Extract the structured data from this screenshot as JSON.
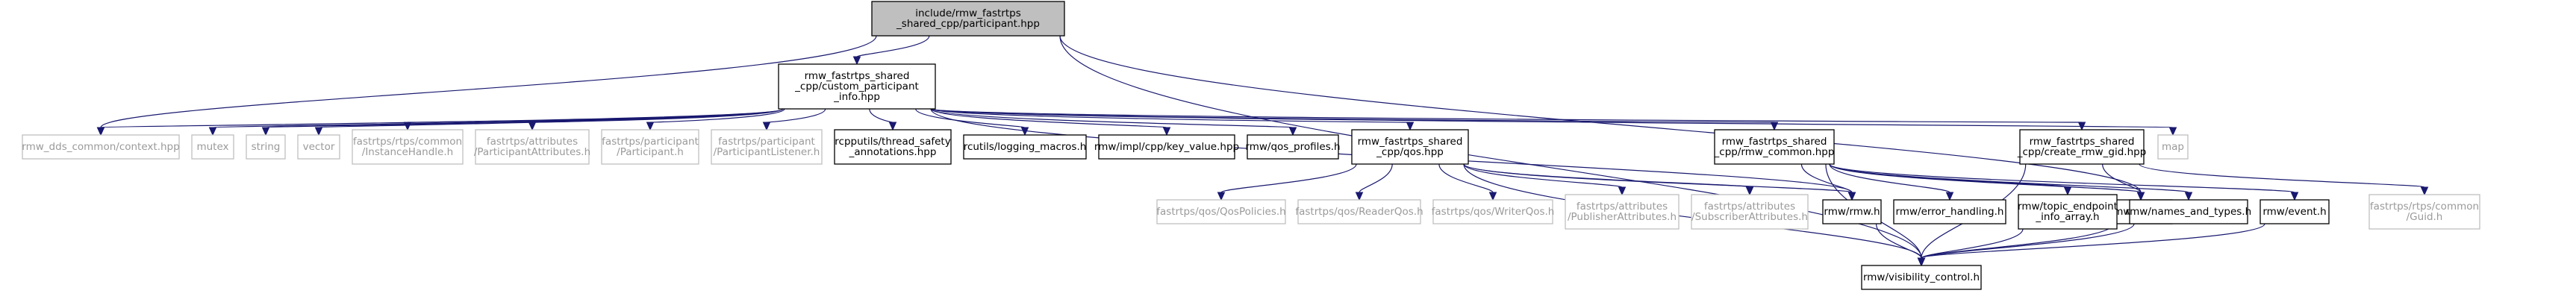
{
  "nodes": [
    {
      "id": "root",
      "lines": [
        "include/rmw_fastrtps",
        "_shared_cpp/participant.hpp"
      ],
      "style": "root"
    },
    {
      "id": "cpi",
      "lines": [
        "rmw_fastrtps_shared",
        "_cpp/custom_participant",
        "_info.hpp"
      ],
      "style": "solid"
    },
    {
      "id": "ctx",
      "lines": [
        "rmw_dds_common/context.hpp"
      ],
      "style": "muted"
    },
    {
      "id": "mutex",
      "lines": [
        "mutex"
      ],
      "style": "muted"
    },
    {
      "id": "string",
      "lines": [
        "string"
      ],
      "style": "muted"
    },
    {
      "id": "vector",
      "lines": [
        "vector"
      ],
      "style": "muted"
    },
    {
      "id": "ih",
      "lines": [
        "fastrtps/rtps/common",
        "/InstanceHandle.h"
      ],
      "style": "muted"
    },
    {
      "id": "pa",
      "lines": [
        "fastrtps/attributes",
        "/ParticipantAttributes.h"
      ],
      "style": "muted"
    },
    {
      "id": "pp",
      "lines": [
        "fastrtps/participant",
        "/Participant.h"
      ],
      "style": "muted"
    },
    {
      "id": "pl",
      "lines": [
        "fastrtps/participant",
        "/ParticipantListener.h"
      ],
      "style": "muted"
    },
    {
      "id": "tsa",
      "lines": [
        "rcpputils/thread_safety",
        "_annotations.hpp"
      ],
      "style": "solid"
    },
    {
      "id": "log",
      "lines": [
        "rcutils/logging_macros.h"
      ],
      "style": "solid"
    },
    {
      "id": "kv",
      "lines": [
        "rmw/impl/cpp/key_value.hpp"
      ],
      "style": "solid"
    },
    {
      "id": "qp",
      "lines": [
        "rmw/qos_profiles.h"
      ],
      "style": "solid"
    },
    {
      "id": "qos",
      "lines": [
        "rmw_fastrtps_shared",
        "_cpp/qos.hpp"
      ],
      "style": "solid"
    },
    {
      "id": "rc",
      "lines": [
        "rmw_fastrtps_shared",
        "_cpp/rmw_common.hpp"
      ],
      "style": "solid"
    },
    {
      "id": "crg",
      "lines": [
        "rmw_fastrtps_shared",
        "_cpp/create_rmw_gid.hpp"
      ],
      "style": "solid"
    },
    {
      "id": "map",
      "lines": [
        "map"
      ],
      "style": "muted"
    },
    {
      "id": "types",
      "lines": [
        "rmw/types.h"
      ],
      "style": "solid"
    },
    {
      "id": "qpol",
      "lines": [
        "fastrtps/qos/QosPolicies.h"
      ],
      "style": "muted"
    },
    {
      "id": "rq",
      "lines": [
        "fastrtps/qos/ReaderQos.h"
      ],
      "style": "muted"
    },
    {
      "id": "wq",
      "lines": [
        "fastrtps/qos/WriterQos.h"
      ],
      "style": "muted"
    },
    {
      "id": "pub",
      "lines": [
        "fastrtps/attributes",
        "/PublisherAttributes.h"
      ],
      "style": "muted"
    },
    {
      "id": "sub",
      "lines": [
        "fastrtps/attributes",
        "/SubscriberAttributes.h"
      ],
      "style": "muted"
    },
    {
      "id": "rmw",
      "lines": [
        "rmw/rmw.h"
      ],
      "style": "solid"
    },
    {
      "id": "eh",
      "lines": [
        "rmw/error_handling.h"
      ],
      "style": "solid"
    },
    {
      "id": "tea",
      "lines": [
        "rmw/topic_endpoint",
        "_info_array.h"
      ],
      "style": "solid"
    },
    {
      "id": "nt",
      "lines": [
        "rmw/names_and_types.h"
      ],
      "style": "solid"
    },
    {
      "id": "ev",
      "lines": [
        "rmw/event.h"
      ],
      "style": "solid"
    },
    {
      "id": "guid",
      "lines": [
        "fastrtps/rtps/common",
        "/Guid.h"
      ],
      "style": "muted"
    },
    {
      "id": "vis",
      "lines": [
        "rmw/visibility_control.h"
      ],
      "style": "solid"
    }
  ],
  "edges": [
    [
      "root",
      "cpi"
    ],
    [
      "root",
      "ctx"
    ],
    [
      "root",
      "types"
    ],
    [
      "root",
      "vis"
    ],
    [
      "cpi",
      "ctx"
    ],
    [
      "cpi",
      "mutex"
    ],
    [
      "cpi",
      "string"
    ],
    [
      "cpi",
      "vector"
    ],
    [
      "cpi",
      "ih"
    ],
    [
      "cpi",
      "pa"
    ],
    [
      "cpi",
      "pp"
    ],
    [
      "cpi",
      "pl"
    ],
    [
      "cpi",
      "tsa"
    ],
    [
      "cpi",
      "log"
    ],
    [
      "cpi",
      "kv"
    ],
    [
      "cpi",
      "qp"
    ],
    [
      "cpi",
      "qos"
    ],
    [
      "cpi",
      "rmw"
    ],
    [
      "cpi",
      "rc"
    ],
    [
      "cpi",
      "crg"
    ],
    [
      "cpi",
      "map"
    ],
    [
      "qos",
      "qpol"
    ],
    [
      "qos",
      "rq"
    ],
    [
      "qos",
      "wq"
    ],
    [
      "qos",
      "pub"
    ],
    [
      "qos",
      "sub"
    ],
    [
      "qos",
      "rmw"
    ],
    [
      "qos",
      "vis"
    ],
    [
      "rc",
      "rmw"
    ],
    [
      "rc",
      "eh"
    ],
    [
      "rc",
      "tea"
    ],
    [
      "rc",
      "nt"
    ],
    [
      "rc",
      "ev"
    ],
    [
      "rc",
      "types"
    ],
    [
      "rc",
      "vis"
    ],
    [
      "crg",
      "types"
    ],
    [
      "crg",
      "guid"
    ],
    [
      "crg",
      "vis"
    ],
    [
      "rmw",
      "vis"
    ],
    [
      "tea",
      "vis"
    ],
    [
      "nt",
      "vis"
    ],
    [
      "ev",
      "vis"
    ],
    [
      "types",
      "vis"
    ]
  ]
}
